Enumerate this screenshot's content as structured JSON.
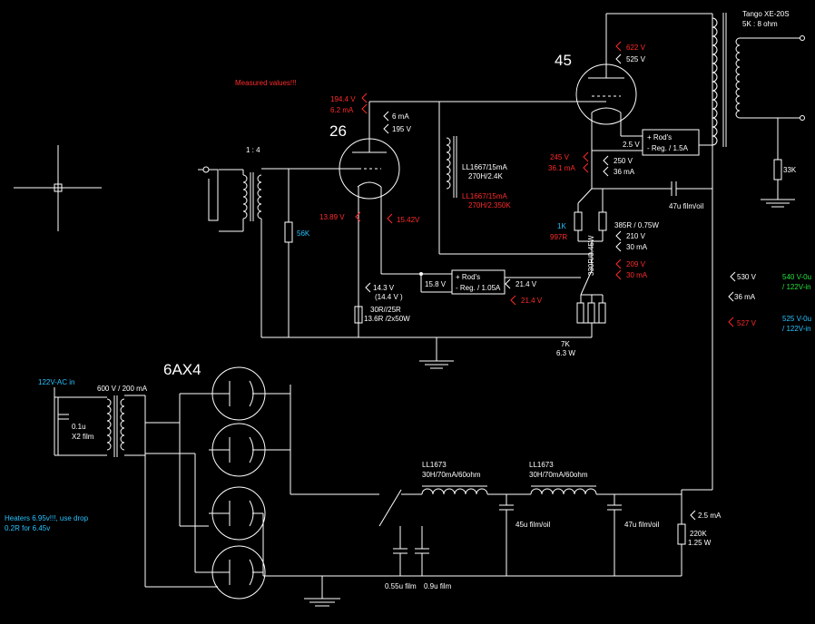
{
  "labels": {
    "note_measured": "Measured values!!!",
    "tube_26": "26",
    "tube_45": "45",
    "tube_6ax4": "6AX4",
    "ratio": "1 : 4",
    "r56k": "56K",
    "ot": "Tango XE-20S",
    "ot_spec": "5K : 8 ohm",
    "r33k": "33K",
    "ll1667_a": "LL1667/15mA",
    "ll1667_a2": "270H/2.4K",
    "ll1667_b": "LL1667/15mA",
    "ll1667_b2": "270H/2.350K",
    "rods1_l1": "+ Rod's",
    "rods1_l2": "-  Reg. / 1.5A",
    "rods2_l1": "+ Rod's",
    "rods2_l2": "-  Reg. / 1.05A",
    "cap47_a": "47u film/oil",
    "r1k": "1K",
    "r997": "997R",
    "r330": "330R/0.45W",
    "r385": "385R / 0.75W",
    "r7k": "7K",
    "r7k_w": "6.3 W",
    "r30": "30R//25R",
    "r30b": "13.6R /2x50W",
    "ac_in": "122V-AC in",
    "tx": "600 V / 200 mA",
    "cap01": "0.1u",
    "cap01b": "X2 film",
    "heaters": "Heaters 6.95v!!!, use drop",
    "heaters2": "0.2R for 6.45v",
    "ll1673_a": "LL1673",
    "ll1673_a2": "30H/70mA/60ohm",
    "ll1673_b": "LL1673",
    "ll1673_b2": "30H/70mA/60ohm",
    "cap45": "45u film/oil",
    "cap47_b": "47u film/oil",
    "cap055": "0.55u film",
    "cap09": "0.9u film",
    "r220k": "220K",
    "r220k_w": "1.25 W"
  },
  "values": {
    "v194": "194.4 V",
    "i62": "6.2 mA",
    "i6": "6 mA",
    "v195": "195 V",
    "v1389": "13.89 V",
    "v1542": "15.42V",
    "v622": "622 V",
    "v525": "525 V",
    "v25": "2.5 V",
    "v245": "245 V",
    "i361": "36.1 mA",
    "v250": "250 V",
    "i36": "36 mA",
    "v210": "210 V",
    "i30": "30 mA",
    "v209": "209 V",
    "i30r": "30 mA",
    "v143": "14.3 V",
    "v144": "(14.4 V )",
    "v158": "15.8 V",
    "v214": "21.4 V",
    "v214r": "21.4 V",
    "v530": "530 V",
    "i36b": "36 mA",
    "v527": "527 V",
    "green1": "540 V-0u",
    "green2": "/ 122V-in",
    "cyan1": "525 V-0u",
    "cyan2": "/ 122V-in",
    "i25": "2.5 mA"
  }
}
